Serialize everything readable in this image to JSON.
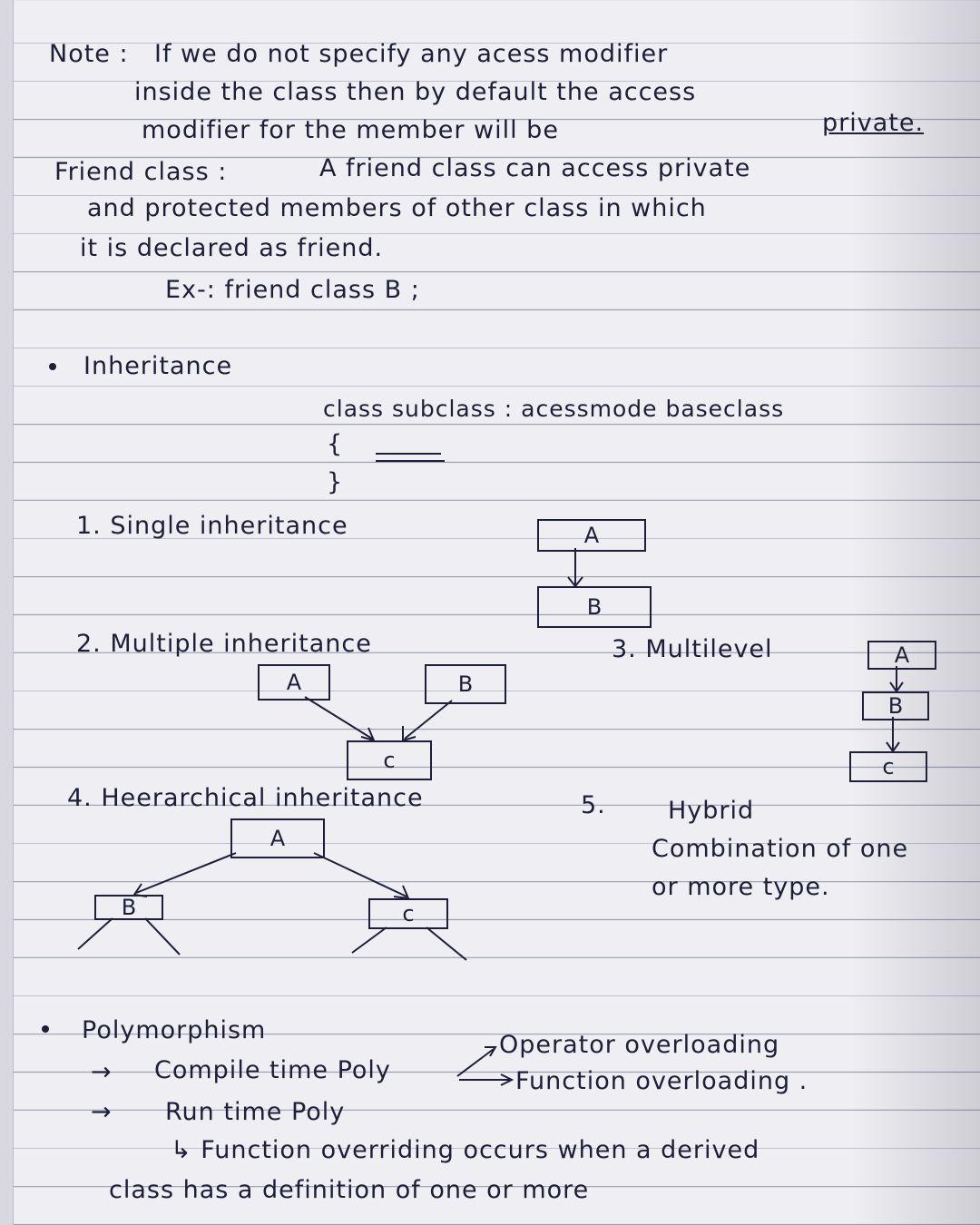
{
  "note": {
    "line1_label": "Note :",
    "line1": "If  we do not specify any  acess  modifier",
    "line2": "inside  the  class  then  by  default  the access",
    "line3_a": "modifier  for  the  member  will  be",
    "line3_b": "private."
  },
  "friend": {
    "label": "Friend  class :",
    "line1": "A  friend  class  can  access  private",
    "line2": "and  protected  members  of  other  class  in  which",
    "line3": "it  is  declared  as  friend.",
    "example": "Ex-:   friend  class  B ;"
  },
  "inheritance": {
    "heading": "Inheritance",
    "syntax": "class  subclass  :  acessmode  baseclass",
    "open_brace": "{",
    "close_brace": "}",
    "single": {
      "label": "1. Single  inheritance",
      "a": "A",
      "b": "B"
    },
    "multiple": {
      "label": "2.  Multiple  inheritance",
      "a": "A",
      "b": "B",
      "c": "c"
    },
    "multilevel": {
      "label": "3.  Multilevel",
      "a": "A",
      "b": "B",
      "c": "c"
    },
    "hierarchical": {
      "label": "4.  Heerarchical  inheritance",
      "a": "A",
      "b": "B",
      "c": "c"
    },
    "hybrid": {
      "number": "5.",
      "label": "Hybrid",
      "desc1": "Combination  of one",
      "desc2": "or  more  type."
    }
  },
  "polymorphism": {
    "heading": "Polymorphism",
    "arrow": "→",
    "compile": "Compile  time  Poly",
    "operator": "Operator  overloading",
    "function": "Function  overloading .",
    "run": "Run  time  Poly",
    "overriding": "↳  Function  overriding  occurs  when a  derived",
    "definition": "class  has  a  definition  of  one  or  more"
  }
}
